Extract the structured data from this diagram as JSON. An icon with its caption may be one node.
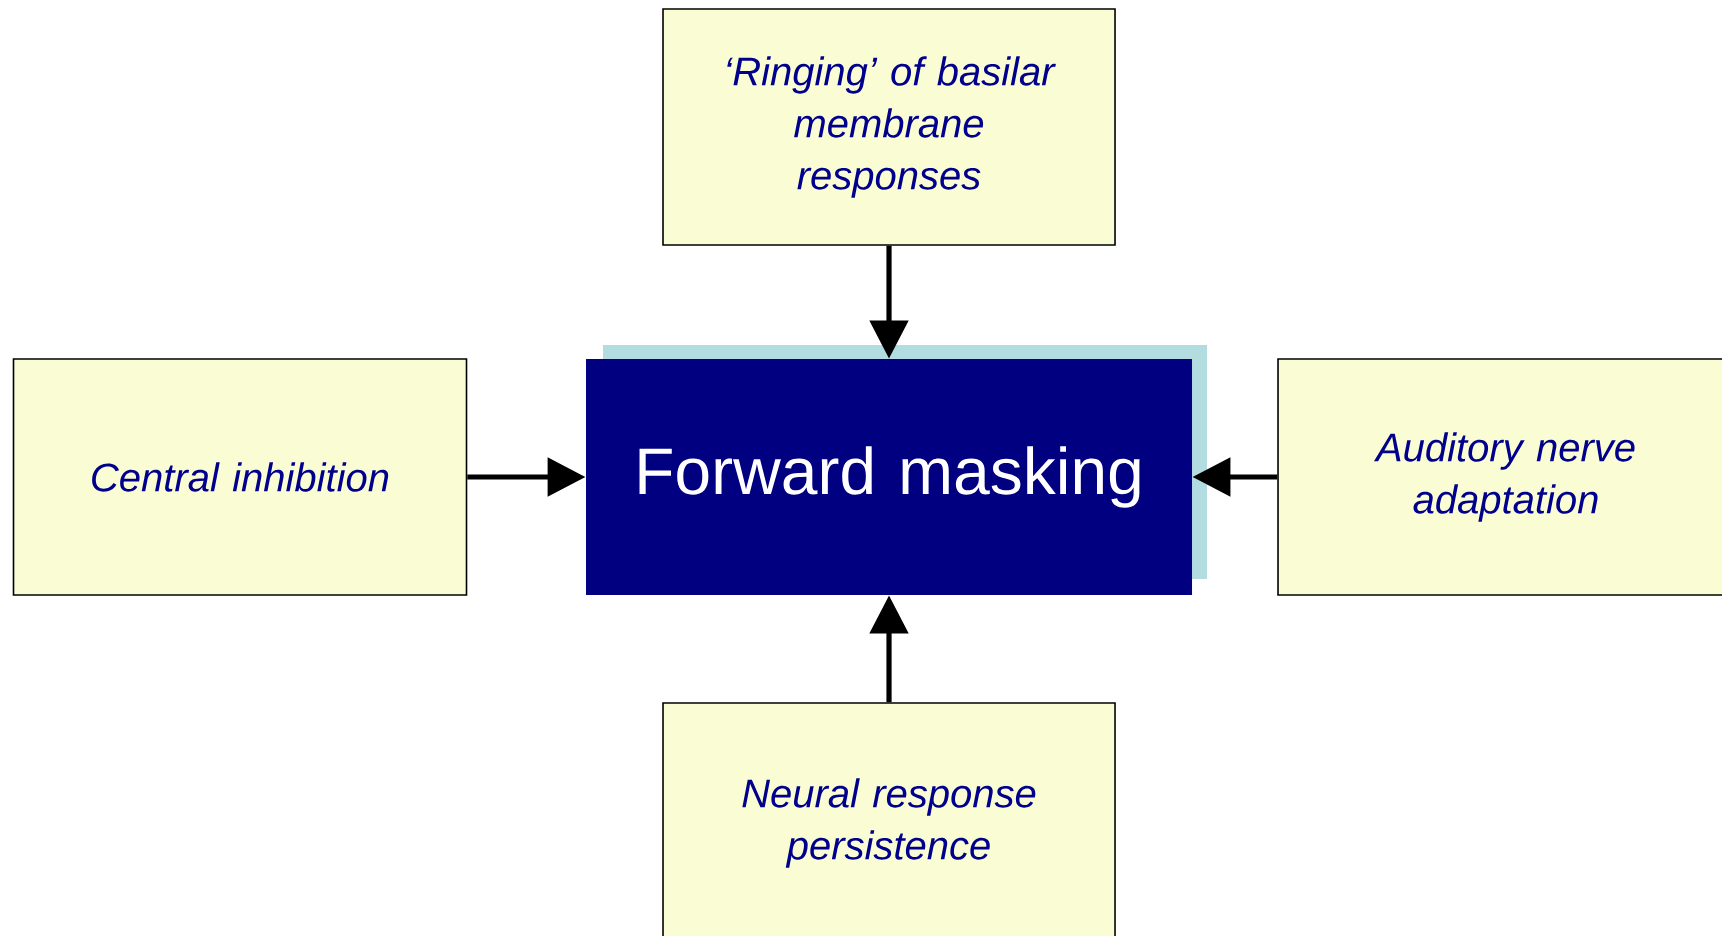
{
  "diagram": {
    "nodes": [
      {
        "text": [
          "‘Ringing’ of basilar membrane responses"
        ]
      },
      {
        "text": [
          "Central inhibition"
        ]
      },
      {
        "text": [
          "Forward masking"
        ]
      },
      {
        "text": [
          "Auditory nerve adaptation"
        ]
      },
      {
        "text": [
          "Neural response persistence"
        ]
      }
    ],
    "edges": [
      {
        "from": 0,
        "to": 2,
        "arrow": "to"
      },
      {
        "from": 1,
        "to": 2,
        "arrow": "to"
      },
      {
        "from": 3,
        "to": 2,
        "arrow": "to"
      },
      {
        "from": 4,
        "to": 2,
        "arrow": "to"
      }
    ]
  }
}
